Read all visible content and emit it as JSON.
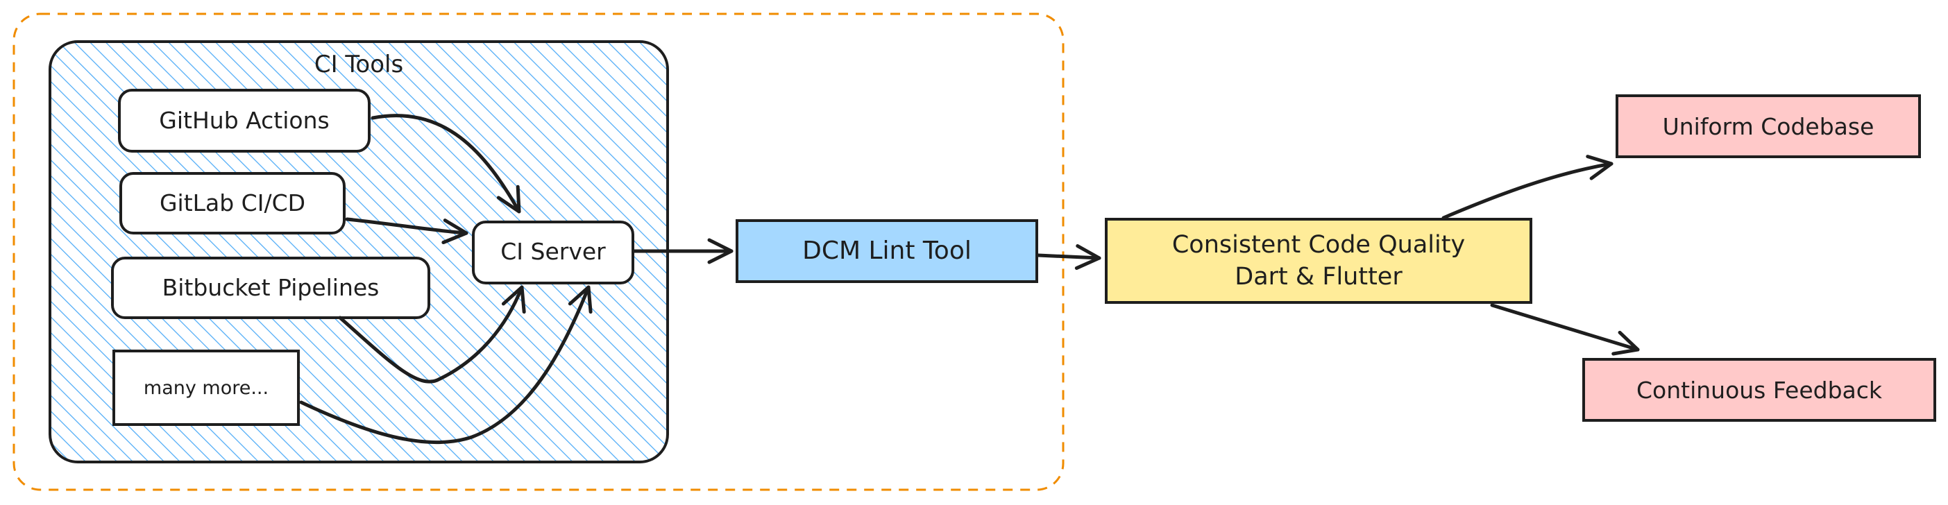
{
  "group": {
    "label": "CI Tools"
  },
  "sources": [
    {
      "id": "github",
      "label": "GitHub Actions"
    },
    {
      "id": "gitlab",
      "label": "GitLab CI/CD"
    },
    {
      "id": "bitbucket",
      "label": "Bitbucket Pipelines"
    },
    {
      "id": "more",
      "label": "many more..."
    }
  ],
  "ci_server": {
    "label": "CI Server"
  },
  "lint_tool": {
    "label": "DCM Lint Tool"
  },
  "quality": {
    "line1": "Consistent Code Quality",
    "line2": "Dart & Flutter"
  },
  "outcomes": [
    {
      "id": "uniform",
      "label": "Uniform Codebase"
    },
    {
      "id": "feedback",
      "label": "Continuous Feedback"
    }
  ],
  "colors": {
    "dashed_border": "#f08c00",
    "hatch": "#4dabf7",
    "lint_fill": "#a5d8ff",
    "quality_fill": "#ffec99",
    "outcome_fill": "#ffc9c9",
    "stroke": "#1e1e1e"
  }
}
